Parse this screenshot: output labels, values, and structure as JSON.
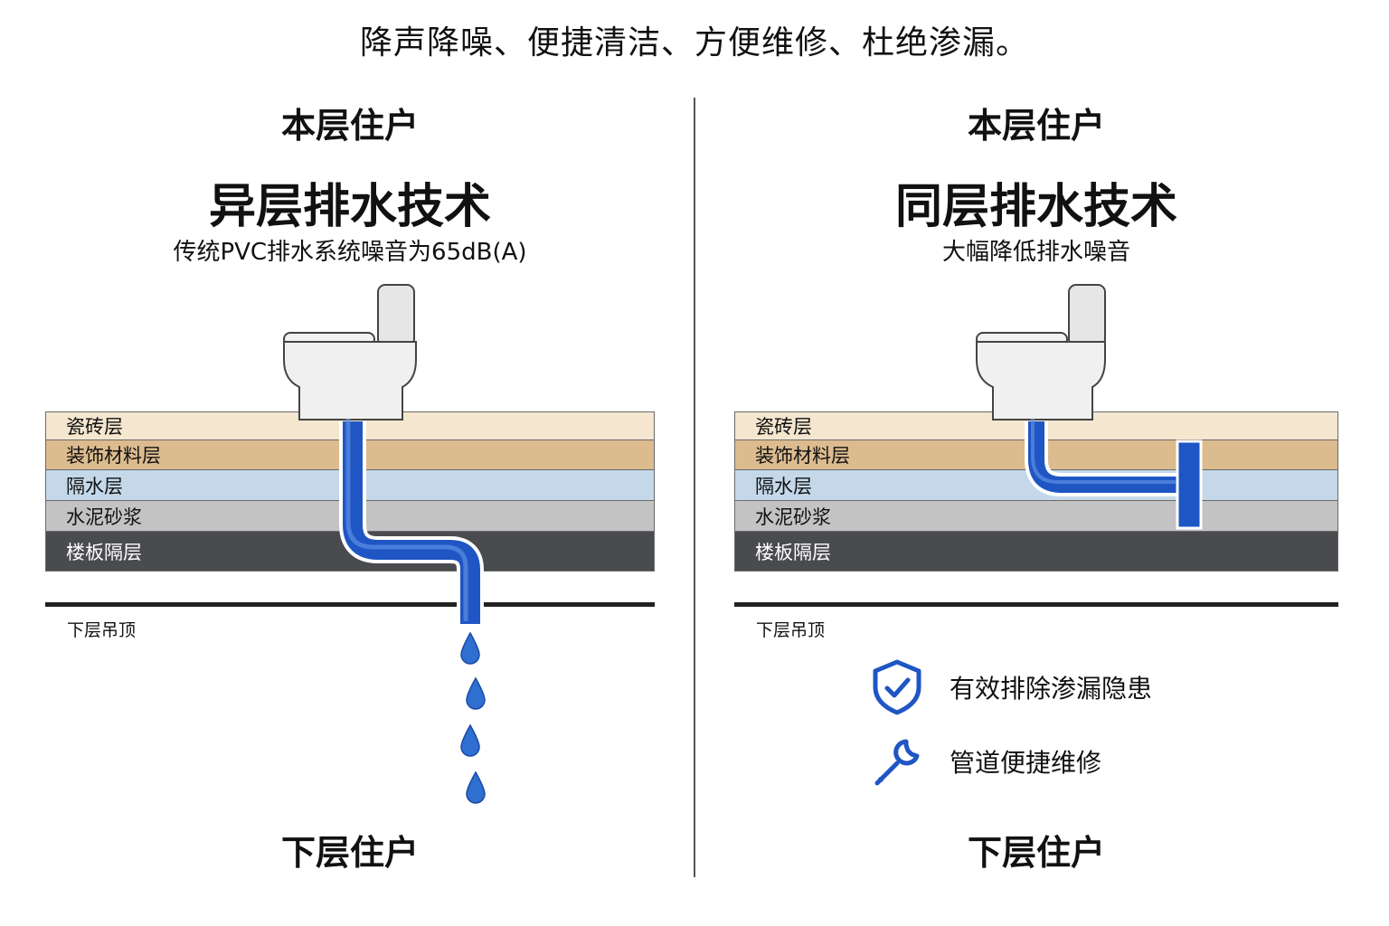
{
  "headline": "降声降噪、便捷清洁、方便维修、杜绝渗漏。",
  "left": {
    "upper_label": "本层住户",
    "title": "异层排水技术",
    "subtitle": "传统PVC排水系统噪音为65dB(A)",
    "lower_label": "下层住户"
  },
  "right": {
    "upper_label": "本层住户",
    "title": "同层排水技术",
    "subtitle": "大幅降低排水噪音",
    "lower_label": "下层住户"
  },
  "layers": [
    {
      "label": "瓷砖层",
      "color": "#f4e6cf"
    },
    {
      "label": "装饰材料层",
      "color": "#dcbb8f"
    },
    {
      "label": "隔水层",
      "color": "#c4d8ea"
    },
    {
      "label": "水泥砂浆",
      "color": "#c3c3c3"
    },
    {
      "label": "楼板隔层",
      "color": "#4a4b4f",
      "text_color": "#ffffff"
    }
  ],
  "ceiling_label": "下层吊顶",
  "benefits": [
    {
      "icon": "shield-check-icon",
      "text": "有效排除渗漏隐患"
    },
    {
      "icon": "wrench-icon",
      "text": "管道便捷维修"
    }
  ],
  "colors": {
    "pipe": "#1f56c4",
    "water": "#2f6fd0"
  }
}
